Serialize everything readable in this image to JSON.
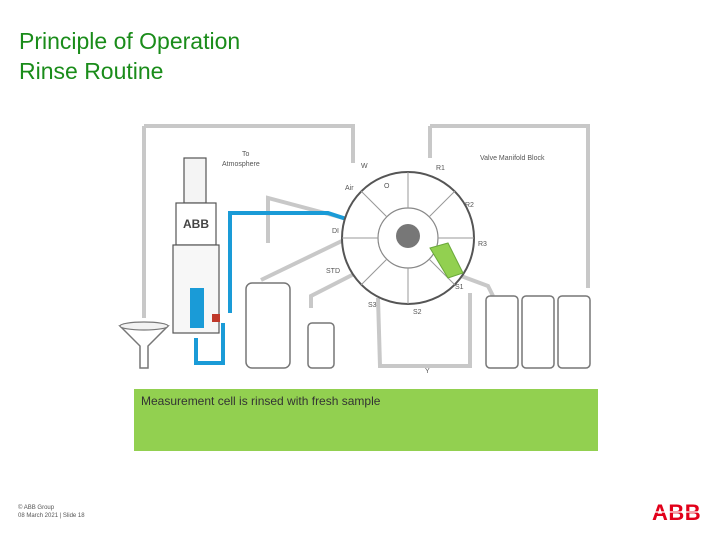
{
  "slide": {
    "title_line1": "Principle of Operation",
    "title_line2": "Rinse Routine",
    "caption": "Measurement cell is rinsed with fresh sample",
    "footer_line1": "© ABB Group",
    "footer_line2": "08 March 2021 | Slide 18"
  },
  "diagram": {
    "labels": {
      "to_atmosphere_1": "To",
      "to_atmosphere_2": "Atmosphere",
      "w": "W",
      "r1": "R1",
      "manifold": "Valve Manifold Block",
      "air": "Air",
      "di": "DI",
      "r2": "R2",
      "r3": "R3",
      "std": "STD",
      "s1": "S1",
      "s3": "S3",
      "s2": "S2",
      "y": "Y",
      "o": "O",
      "abb": "ABB"
    }
  },
  "colors": {
    "title": "#1a8c1a",
    "caption_bg": "#92d050",
    "blue_line": "#1a9bd7",
    "grey_line": "#c8c8c8",
    "abb_red": "#e2001a"
  },
  "logo": {
    "text": "ABB"
  }
}
